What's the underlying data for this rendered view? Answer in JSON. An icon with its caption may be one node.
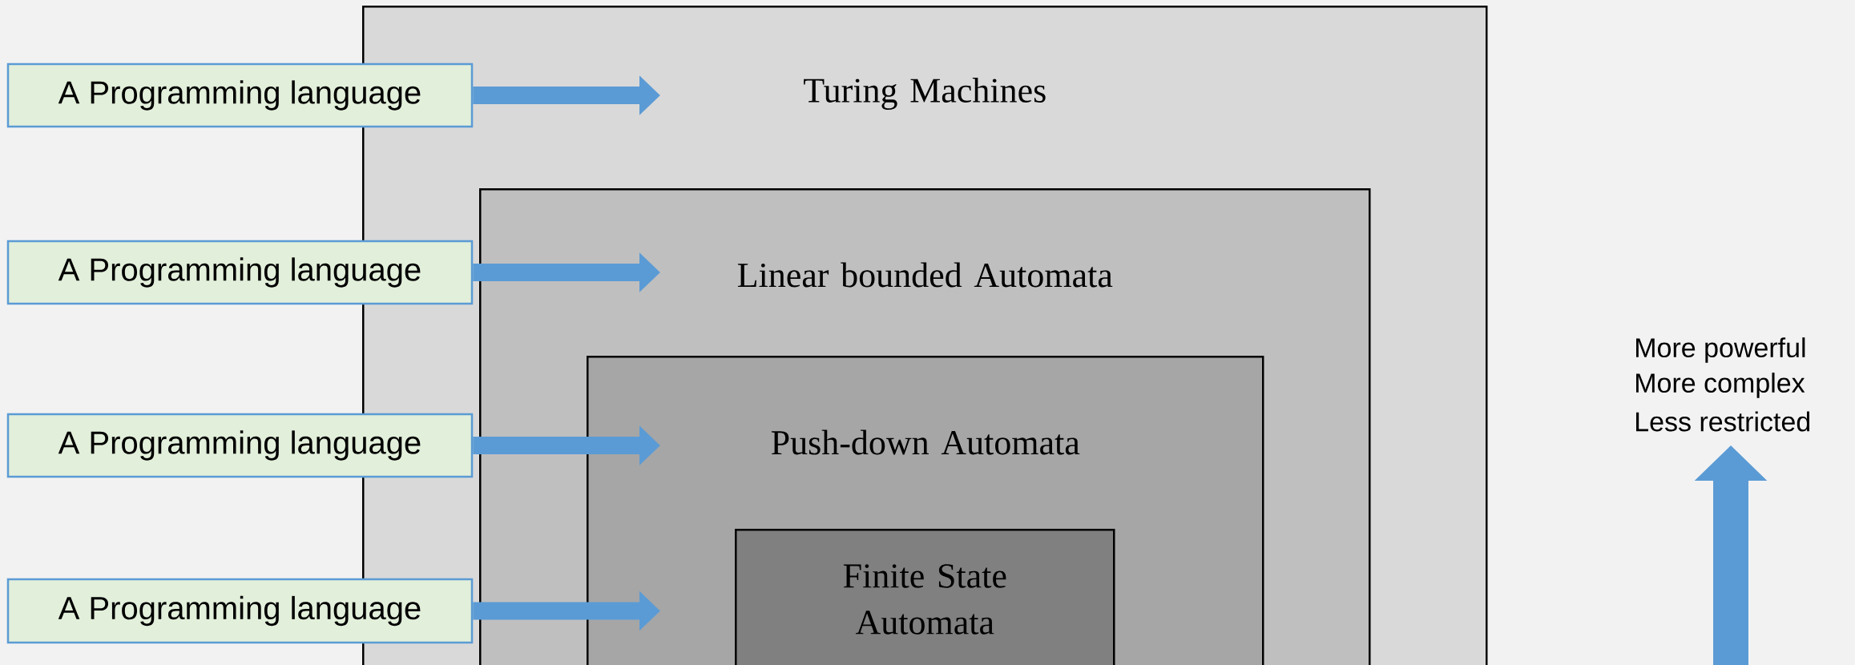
{
  "diagram": {
    "nodes": [
      {
        "text": [
          "Turing Machines"
        ]
      },
      {
        "text": [
          "Linear bounded Automata"
        ],
        "in": 0
      },
      {
        "text": [
          "Push-down Automata"
        ],
        "in": 1
      },
      {
        "text": [
          "Finite State Automata"
        ],
        "in": 2
      },
      {
        "text": [
          "A Programming language"
        ]
      },
      {
        "text": [
          "A Programming language"
        ]
      },
      {
        "text": [
          "A Programming language"
        ]
      },
      {
        "text": [
          "A Programming language"
        ]
      }
    ],
    "edges": [
      {
        "from": 4,
        "to": 0,
        "arrow": "to"
      },
      {
        "from": 5,
        "to": 1,
        "arrow": "to"
      },
      {
        "from": 6,
        "to": 2,
        "arrow": "to"
      },
      {
        "from": 7,
        "to": 3,
        "arrow": "to"
      }
    ],
    "labels": [
      "More powerful",
      "More complex",
      "Less restricted"
    ]
  }
}
